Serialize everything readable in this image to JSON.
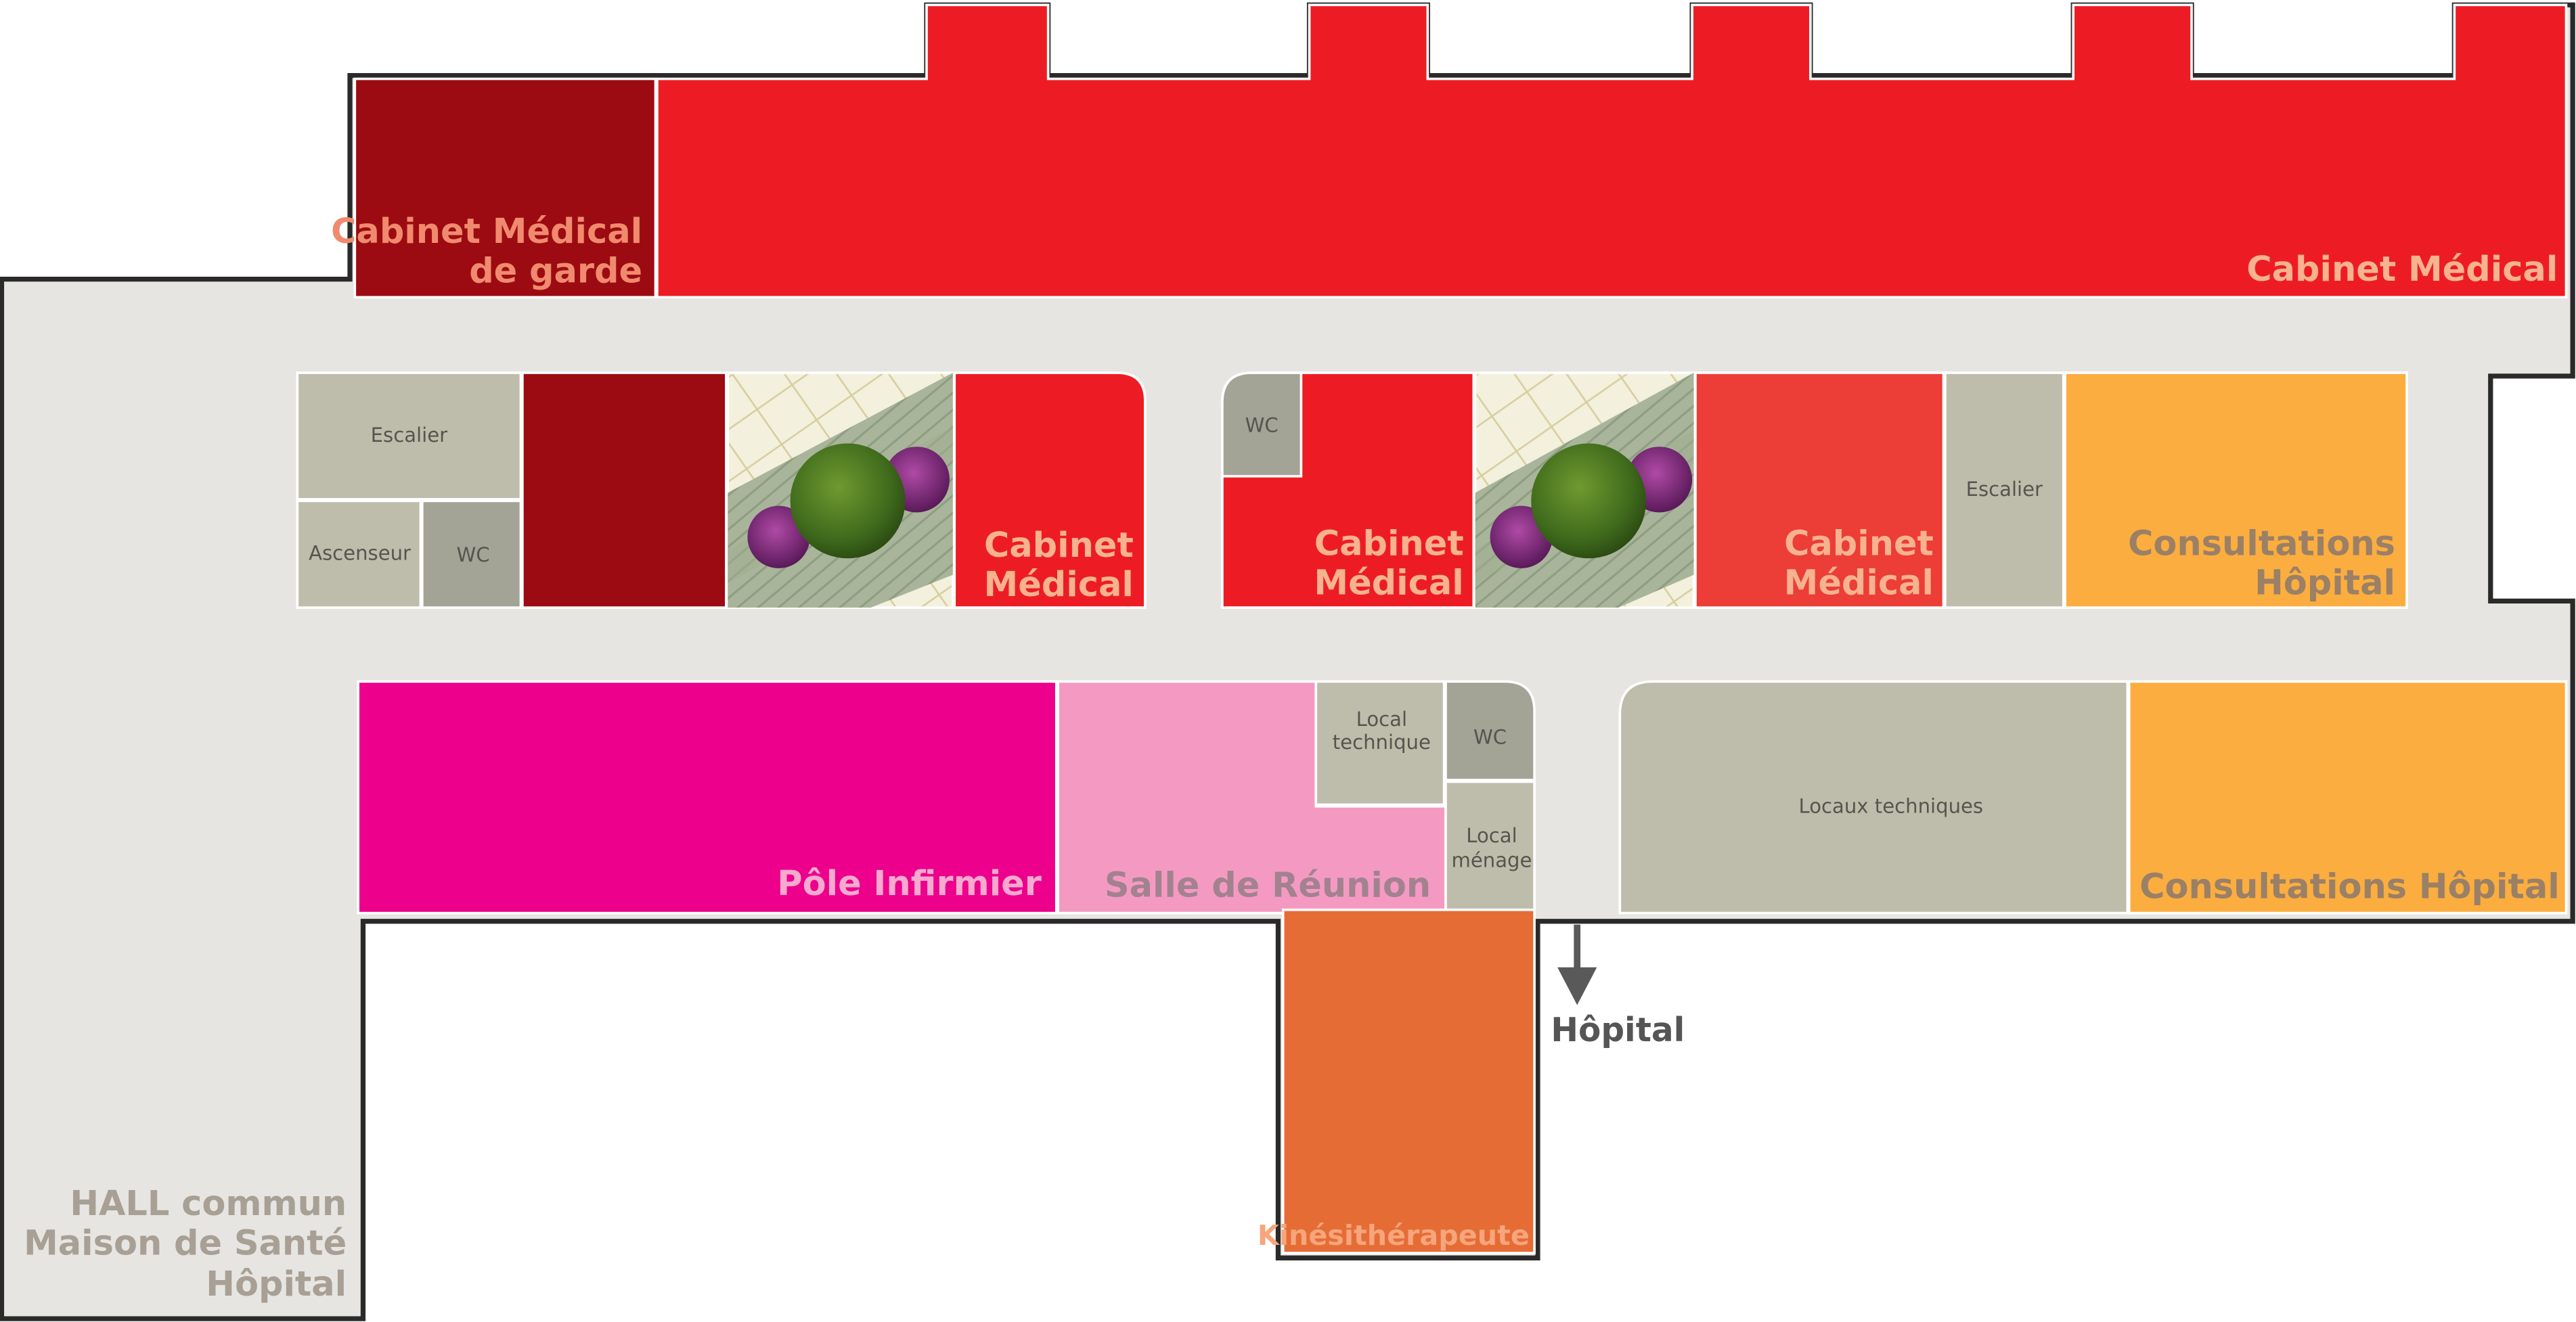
{
  "colors": {
    "corridor": "#e6e5e1",
    "outline": "#2a2a2a",
    "cabinet_red": "#ed1c24",
    "cabinet_red_light": "#ec3d36",
    "dark_red": "#9d0b12",
    "magenta": "#ec008c",
    "pink": "#f49ac2",
    "orange": "#fbad3f",
    "kine_orange": "#e66c35",
    "utility_beige": "#bebdab",
    "utility_gray": "#a3a396",
    "label_salmon": "#f08a6e",
    "label_light_salmon": "#f7b28f",
    "label_on_magenta": "#f8a9cf",
    "label_on_pink": "#a3828f",
    "label_on_orange": "#9a8066",
    "label_on_kine": "#f6a57c",
    "label_hall": "#a89f95",
    "label_small": "#555550",
    "arrow": "#595959"
  },
  "rooms": {
    "cabinet_garde": {
      "line1": "Cabinet Médical",
      "line2": "de garde"
    },
    "cabinet_top": {
      "label": "Cabinet Médical"
    },
    "escalier_left": {
      "label": "Escalier"
    },
    "ascenseur": {
      "label": "Ascenseur"
    },
    "wc_left": {
      "label": "WC"
    },
    "cabinet_mid_left": {
      "line1": "Cabinet",
      "line2": "Médical"
    },
    "wc_center": {
      "label": "WC"
    },
    "cabinet_mid_center": {
      "line1": "Cabinet",
      "line2": "Médical"
    },
    "cabinet_mid_right": {
      "line1": "Cabinet",
      "line2": "Médical"
    },
    "escalier_right": {
      "label": "Escalier"
    },
    "consultations_mid": {
      "line1": "Consultations",
      "line2": "Hôpital"
    },
    "pole_infirmier": {
      "label": "Pôle Infirmier"
    },
    "salle_reunion": {
      "label": "Salle de Réunion"
    },
    "local_technique": {
      "line1": "Local",
      "line2": "technique"
    },
    "wc_bottom": {
      "label": "WC"
    },
    "local_menage": {
      "line1": "Local",
      "line2": "ménage"
    },
    "locaux_techniques": {
      "label": "Locaux techniques"
    },
    "consultations_bottom": {
      "label": "Consultations Hôpital"
    },
    "kinesitherapeute": {
      "label": "Kinésithérapeute"
    }
  },
  "hall": {
    "line1": "HALL commun",
    "line2": "Maison de Santé",
    "line3": "Hôpital"
  },
  "exit": {
    "label": "Hôpital"
  }
}
